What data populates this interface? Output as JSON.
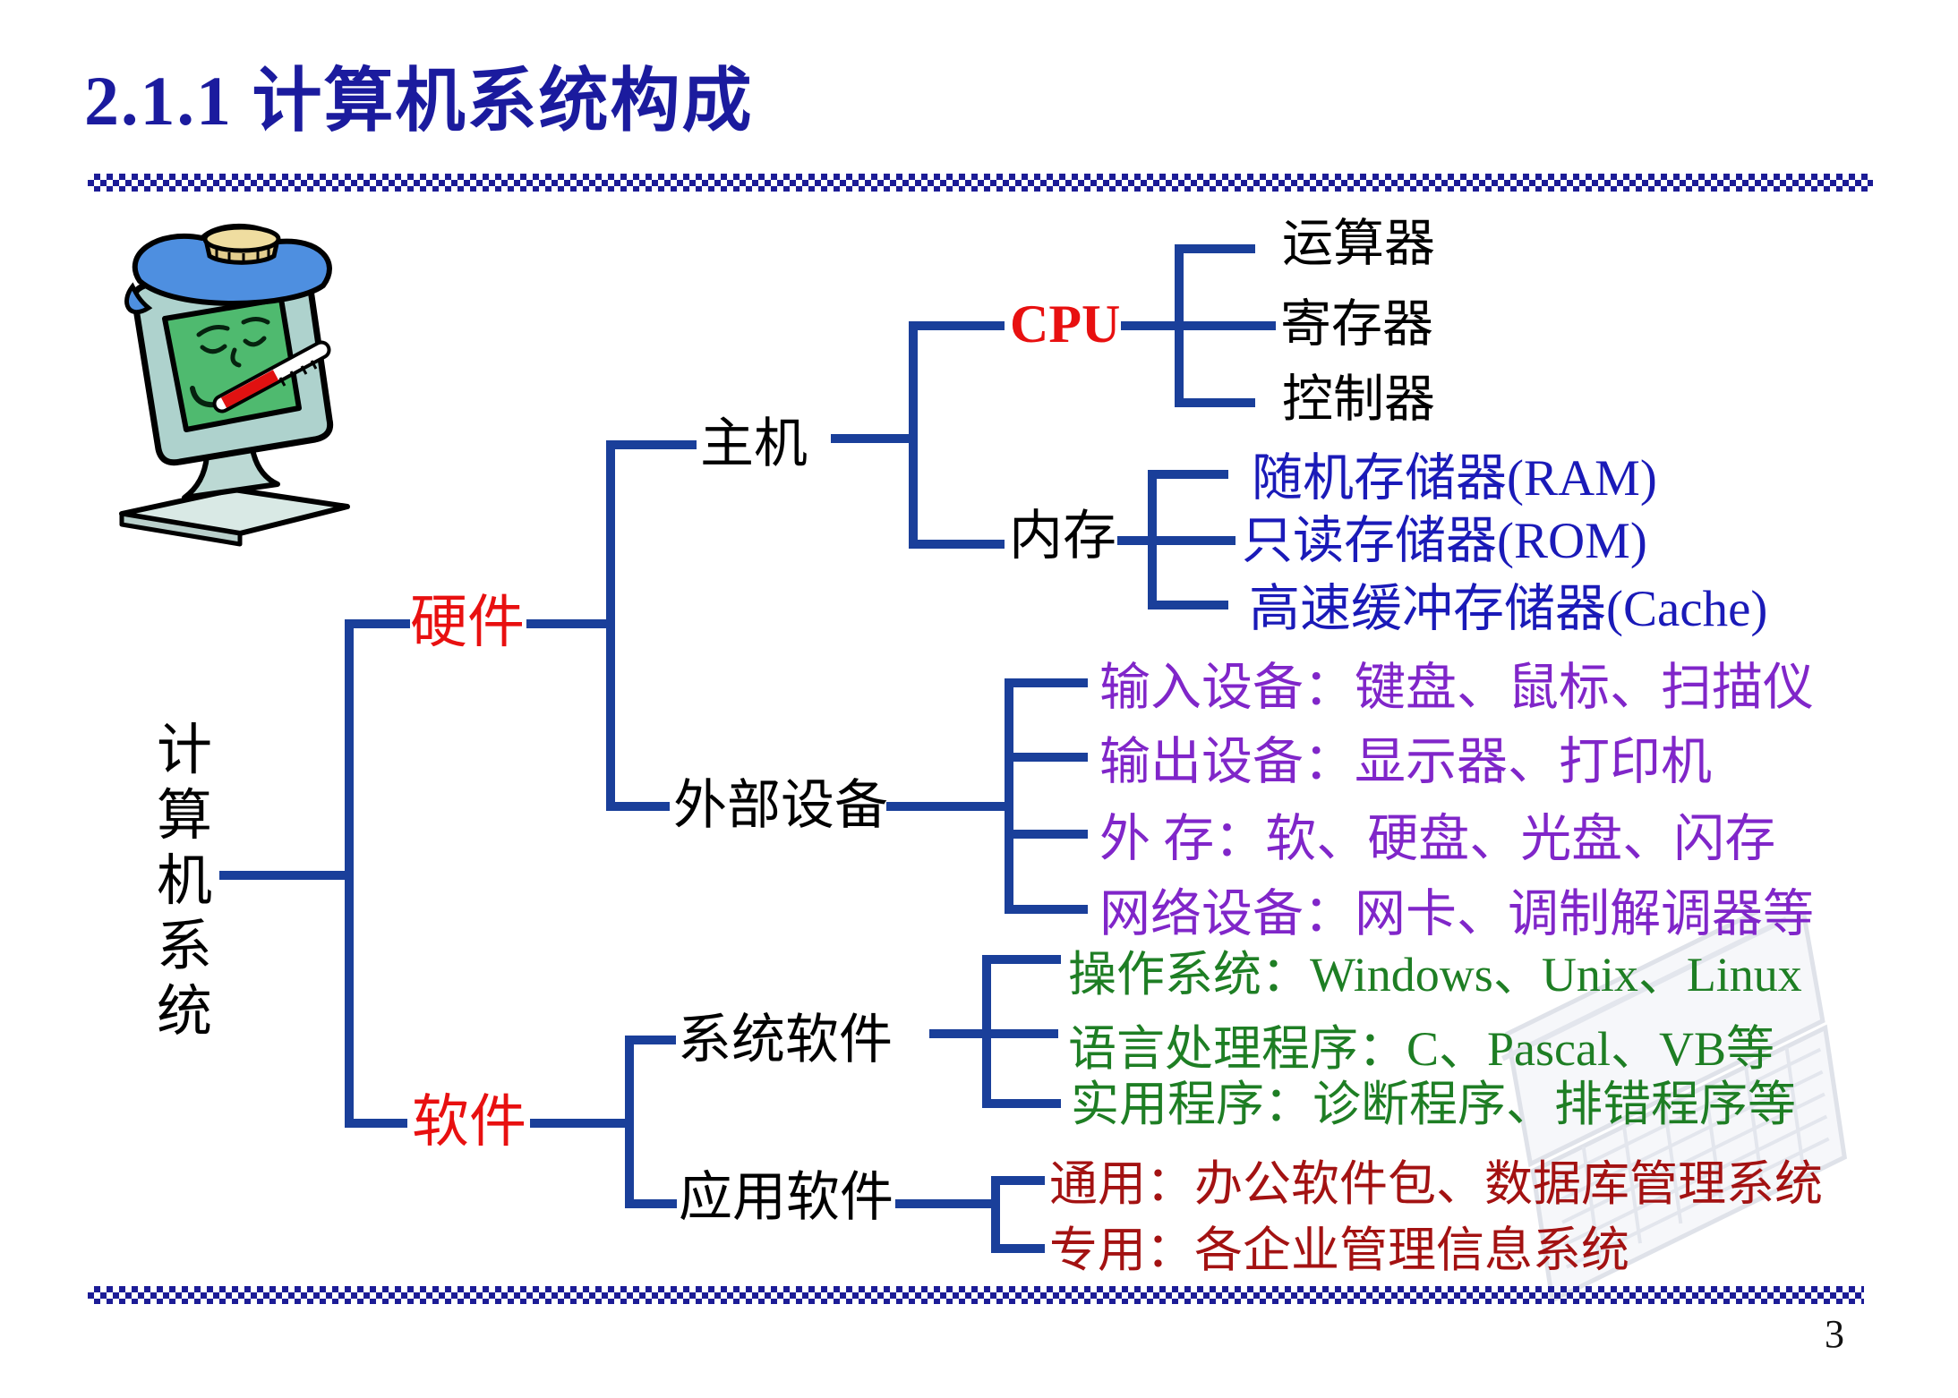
{
  "slide": {
    "title": "2.1.1  计算机系统构成",
    "page_number": "3"
  },
  "colors": {
    "title_blue": "#1b1b9e",
    "connector_navy": "#1a3f9a",
    "emphasis_red": "#e81010",
    "memory_item_blue": "#1a1ab8",
    "peripheral_purple": "#8026c9",
    "system_software_green": "#1e7e24",
    "application_dark_red": "#a31212",
    "border_check_navy": "#1c1c96"
  },
  "illustrations": {
    "top_left": "sick-computer-cartoon",
    "bottom_right_watermark": "laptop-keyboard"
  },
  "tree": {
    "root_label": "计算机系统",
    "hardware_label": "硬件",
    "software_label": "软件",
    "host_label": "主机",
    "memory_label": "内存",
    "cpu_label": "CPU",
    "peripherals_label": "外部设备",
    "system_software_label": "系统软件",
    "application_software_label": "应用软件",
    "cpu_children": [
      "运算器",
      "寄存器",
      "控制器"
    ],
    "memory_children": [
      "随机存储器(RAM)",
      "只读存储器(ROM)",
      "高速缓冲存储器(Cache)"
    ],
    "peripheral_children": [
      "输入设备：键盘、鼠标、扫描仪",
      "输出设备：显示器、打印机",
      "外 存：软、硬盘、光盘、闪存",
      "网络设备：网卡、调制解调器等"
    ],
    "system_software_children": [
      "操作系统：Windows、Unix、Linux",
      "语言处理程序：C、Pascal、VB等",
      "实用程序：诊断程序、排错程序等"
    ],
    "application_software_children": [
      "通用：办公软件包、数据库管理系统",
      "专用：各企业管理信息系统"
    ]
  }
}
